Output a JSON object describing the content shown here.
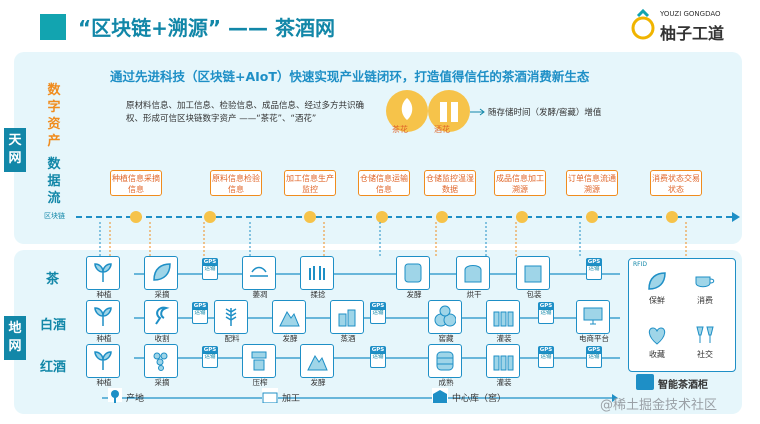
{
  "header": {
    "title": "“区块链+溯源” —— 茶酒网",
    "logo_sub": "YOUZI GONGDAO",
    "logo_main": "柚子工道"
  },
  "sky": {
    "tag": "天网",
    "left_label_1": "数字资产",
    "left_label_2": "数据流",
    "headline": "通过先进科技（区块链+AIoT）快速实现产业链闭环，打造值得信任的茶酒消费新生态",
    "desc": "原材料信息、加工信息、检验信息、成品信息、经过多方共识确权、形成可信区块链数字资产 ——“茶花”、“酒花”",
    "tea_flower": "茶花",
    "wine_flower": "酒花",
    "right_desc": "随存储时间（发酵/窖藏）增值",
    "info_boxes": [
      "种植信息采摘信息",
      "原料信息检验信息",
      "加工信息生产监控",
      "仓储信息运输信息",
      "仓储监控温湿数据",
      "成品信息加工溯源",
      "订单信息流通溯源",
      "消费状态交易状态"
    ],
    "chain_label": "区块链"
  },
  "ground": {
    "tag": "地网",
    "rows": [
      "茶",
      "白酒",
      "红酒"
    ],
    "tea_nodes": [
      "种植",
      "采摘",
      "萎凋",
      "揉捻",
      "发酵",
      "烘干",
      "包装"
    ],
    "baijiu_nodes": [
      "种植",
      "收割",
      "配料",
      "发酵",
      "蒸酒",
      "窖藏",
      "灌装",
      "电商平台"
    ],
    "wine_nodes": [
      "种植",
      "采摘",
      "压榨",
      "发酵",
      "成熟",
      "灌装"
    ],
    "gps_top": "GPS",
    "gps_bottom": "运输",
    "rfid": "RFID",
    "cabinet_items": [
      "保鲜",
      "消费",
      "收藏",
      "社交"
    ],
    "cabinet_label": "智能茶酒柜",
    "bottom": [
      "产地",
      "加工",
      "中心库（窖）"
    ]
  },
  "watermark": "@稀土掘金技术社区",
  "colors": {
    "primary": "#1287a8",
    "accent": "#f08c1e",
    "panel": "#e6f6fb"
  }
}
